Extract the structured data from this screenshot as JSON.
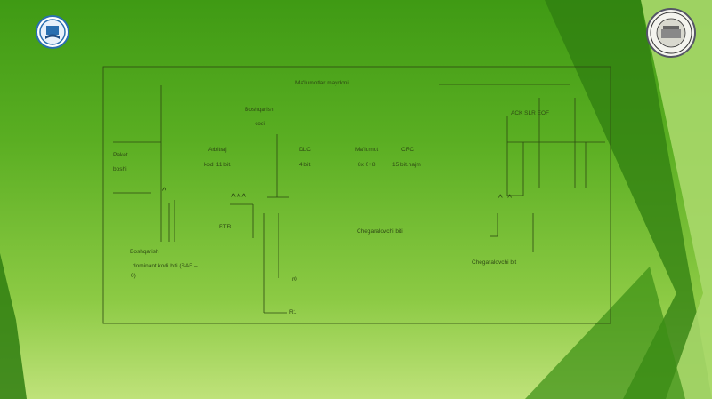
{
  "colors": {
    "background_top": "#3f9a14",
    "background_bottom": "#bfe27a",
    "line_color": "#2e4a12",
    "accent_stripe_light": "#a8d86a",
    "accent_stripe_dark": "#2f7e10"
  },
  "icons": {
    "left_logo": "university-book-emblem-icon",
    "right_logo": "university-seal-icon"
  },
  "frame": {
    "top_label": "Ma'lumotlar maydoni",
    "identifier_label_line1": "Boshqarish",
    "identifier_label_line2": "kodi",
    "sof_line1": "Paket",
    "sof_line2": "boshi",
    "arbitration_line1": "Arbitraj",
    "arbitration_line2": "kodi 11 bit.",
    "dlc_line1": "DLC",
    "dlc_line2": "4 bit.",
    "data_line1": "Ma'lumot",
    "data_line2": "8x 0÷8",
    "crc_line1": "CRC",
    "crc_line2": "15 bit.hajm",
    "ack_label": "ACK SLR EOF",
    "rtr_label": "RTR",
    "marker_triple": "^^^",
    "marker_single": "^",
    "marker_double": "^  ^",
    "r0_label": "r0",
    "r1_label": "R1",
    "delimiter_center": "Chegaralovchi biti",
    "delimiter_right": "Chegaralovchi bit",
    "bottom_left_line1": "Boshqarish",
    "bottom_left_line2": "dominant kodi biti (SAF –",
    "bottom_left_line3": "0)"
  }
}
